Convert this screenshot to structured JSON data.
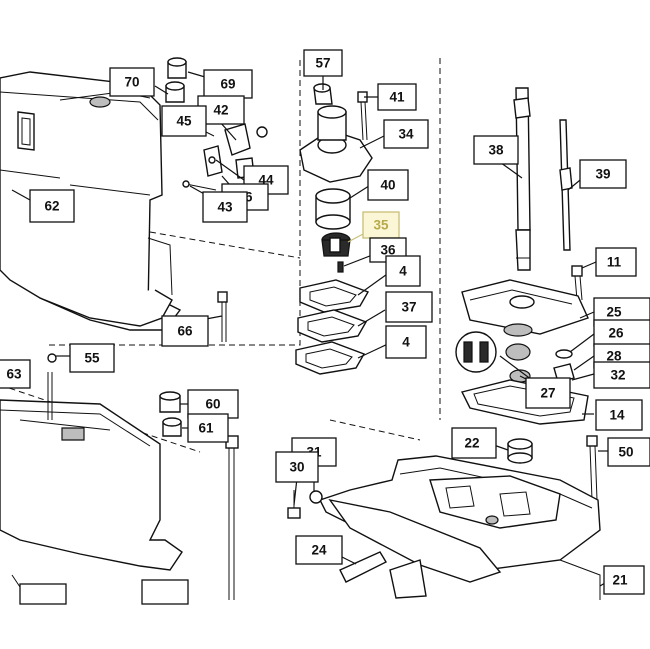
{
  "diagram": {
    "type": "exploded-parts-diagram",
    "highlight_color": "#c9bf76",
    "callouts": [
      {
        "id": "57",
        "highlight": false
      },
      {
        "id": "41",
        "highlight": false
      },
      {
        "id": "34",
        "highlight": false
      },
      {
        "id": "40",
        "highlight": false
      },
      {
        "id": "35",
        "highlight": true
      },
      {
        "id": "36",
        "highlight": false
      },
      {
        "id": "4",
        "highlight": false
      },
      {
        "id": "37",
        "highlight": false
      },
      {
        "id": "4",
        "highlight": false
      },
      {
        "id": "70",
        "highlight": false
      },
      {
        "id": "69",
        "highlight": false
      },
      {
        "id": "42",
        "highlight": false
      },
      {
        "id": "45",
        "highlight": false
      },
      {
        "id": "44",
        "highlight": false
      },
      {
        "id": "46",
        "highlight": false
      },
      {
        "id": "43",
        "highlight": false
      },
      {
        "id": "62",
        "highlight": false
      },
      {
        "id": "66",
        "highlight": false
      },
      {
        "id": "55",
        "highlight": false
      },
      {
        "id": "63",
        "highlight": false
      },
      {
        "id": "60",
        "highlight": false
      },
      {
        "id": "61",
        "highlight": false
      },
      {
        "id": "38",
        "highlight": false
      },
      {
        "id": "39",
        "highlight": false
      },
      {
        "id": "11",
        "highlight": false
      },
      {
        "id": "25",
        "highlight": false
      },
      {
        "id": "26",
        "highlight": false
      },
      {
        "id": "28",
        "highlight": false
      },
      {
        "id": "32",
        "highlight": false
      },
      {
        "id": "27",
        "highlight": false
      },
      {
        "id": "14",
        "highlight": false
      },
      {
        "id": "22",
        "highlight": false
      },
      {
        "id": "50",
        "highlight": false
      },
      {
        "id": "31",
        "highlight": false
      },
      {
        "id": "30",
        "highlight": false
      },
      {
        "id": "24",
        "highlight": false
      },
      {
        "id": "21",
        "highlight": false
      }
    ]
  }
}
